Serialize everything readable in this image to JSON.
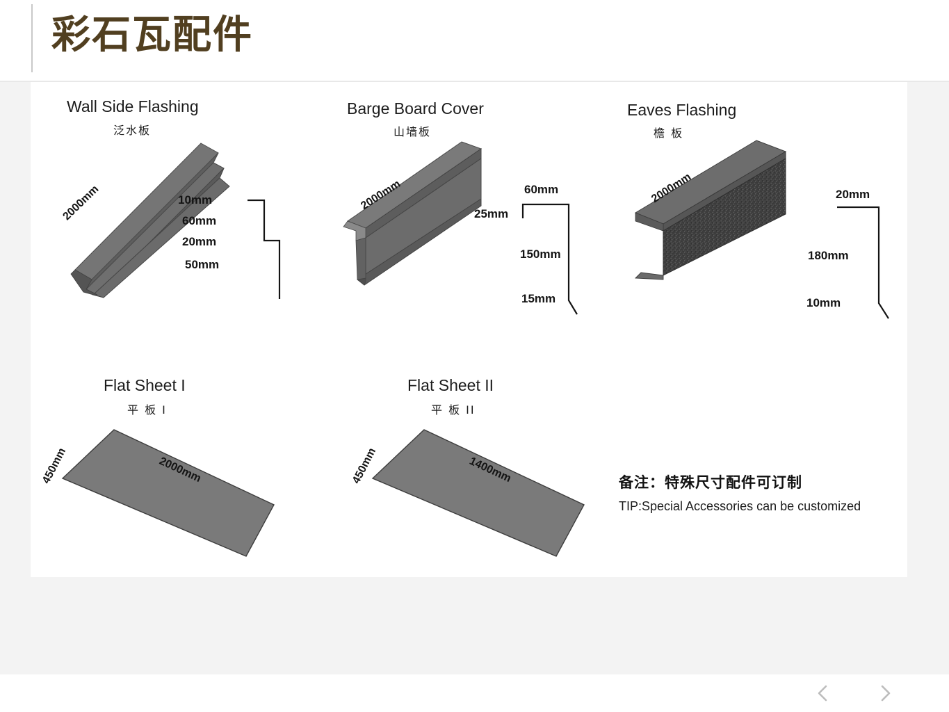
{
  "header": {
    "title": "彩石瓦配件"
  },
  "products": [
    {
      "title_en": "Wall Side Flashing",
      "title_cn": "泛水板",
      "length_label": "2000mm",
      "dims": [
        "10mm",
        "60mm",
        "20mm",
        "50mm"
      ]
    },
    {
      "title_en": "Barge Board Cover",
      "title_cn": "山墙板",
      "length_label": "2000mm",
      "dims": [
        "60mm",
        "25mm",
        "150mm",
        "15mm"
      ]
    },
    {
      "title_en": "Eaves Flashing",
      "title_cn": "檐 板",
      "length_label": "2000mm",
      "dims": [
        "20mm",
        "180mm",
        "10mm"
      ]
    },
    {
      "title_en": "Flat Sheet  I",
      "title_cn": "平 板 I",
      "width_label": "450mm",
      "length_label": "2000mm"
    },
    {
      "title_en": "Flat Sheet  II",
      "title_cn": "平 板 II",
      "width_label": "450mm",
      "length_label": "1400mm"
    }
  ],
  "note": {
    "cn": "备注：特殊尺寸配件可订制",
    "en": "TIP:Special Accessories can be customized"
  },
  "footer": {
    "prev_label": "<",
    "next_label": ">"
  },
  "colors": {
    "title": "#513f20",
    "metal_face": "#6f6f6f",
    "metal_top": "#7c7c7c",
    "metal_dark": "#3a3a3a",
    "slide_bg": "#ffffff",
    "body_bg": "#f3f3f3"
  }
}
